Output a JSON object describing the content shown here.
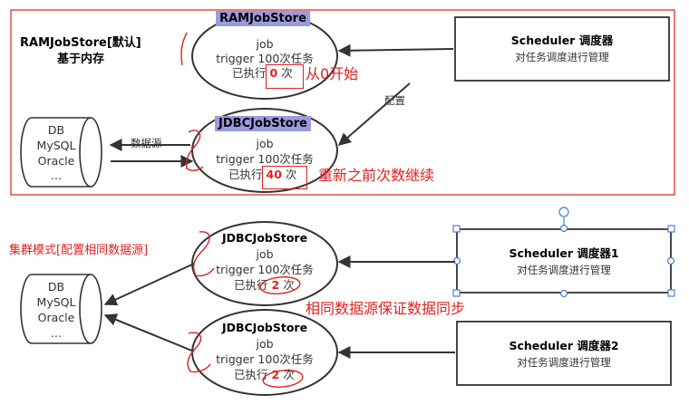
{
  "top": {
    "ram_title_line1": "RAMJobStore[默认]",
    "ram_title_line2": "基于内存",
    "ram_store": {
      "name": "RAMJobStore",
      "line1": "job",
      "line2": "trigger  100次任务",
      "exec_prefix": "已执行",
      "exec_count": "0",
      "exec_suffix": "次"
    },
    "note_from_zero": "从0开始",
    "jdbc_store": {
      "name": "JDBCJobStore",
      "line1": "job",
      "line2": "trigger  100次任务",
      "exec_prefix": "已执行",
      "exec_count": "40",
      "exec_suffix": "次"
    },
    "note_resume": "重新之前次数继续",
    "db": {
      "line1": "DB",
      "line2": "MySQL",
      "line3": "Oracle",
      "line4": "..."
    },
    "datasource_label": "数据源",
    "config_label": "配置",
    "scheduler": {
      "title": "Scheduler 调度器",
      "subtitle": "对任务调度进行管理"
    }
  },
  "bottom": {
    "cluster_label": "集群模式[配置相同数据源]",
    "db": {
      "line1": "DB",
      "line2": "MySQL",
      "line3": "Oracle",
      "line4": "..."
    },
    "store1": {
      "name": "JDBCJobStore",
      "line1": "job",
      "line2": "trigger  100次任务",
      "exec_prefix": "已执行",
      "exec_count": "2",
      "exec_suffix": "次"
    },
    "store2": {
      "name": "JDBCJobStore",
      "line1": "job",
      "line2": "trigger  100次任务",
      "exec_prefix": "已执行",
      "exec_count": "2",
      "exec_suffix": "次"
    },
    "note_sync": "相同数据源保证数据同步",
    "scheduler1": {
      "title": "Scheduler 调度器1",
      "subtitle": "对任务调度进行管理"
    },
    "scheduler2": {
      "title": "Scheduler 调度器2",
      "subtitle": "对任务调度进行管理"
    }
  },
  "colors": {
    "annotation_red": "#e02020",
    "highlight_purple": "#9a9adf",
    "selection_blue": "#4a7fd0",
    "stroke_dark": "#333333"
  }
}
